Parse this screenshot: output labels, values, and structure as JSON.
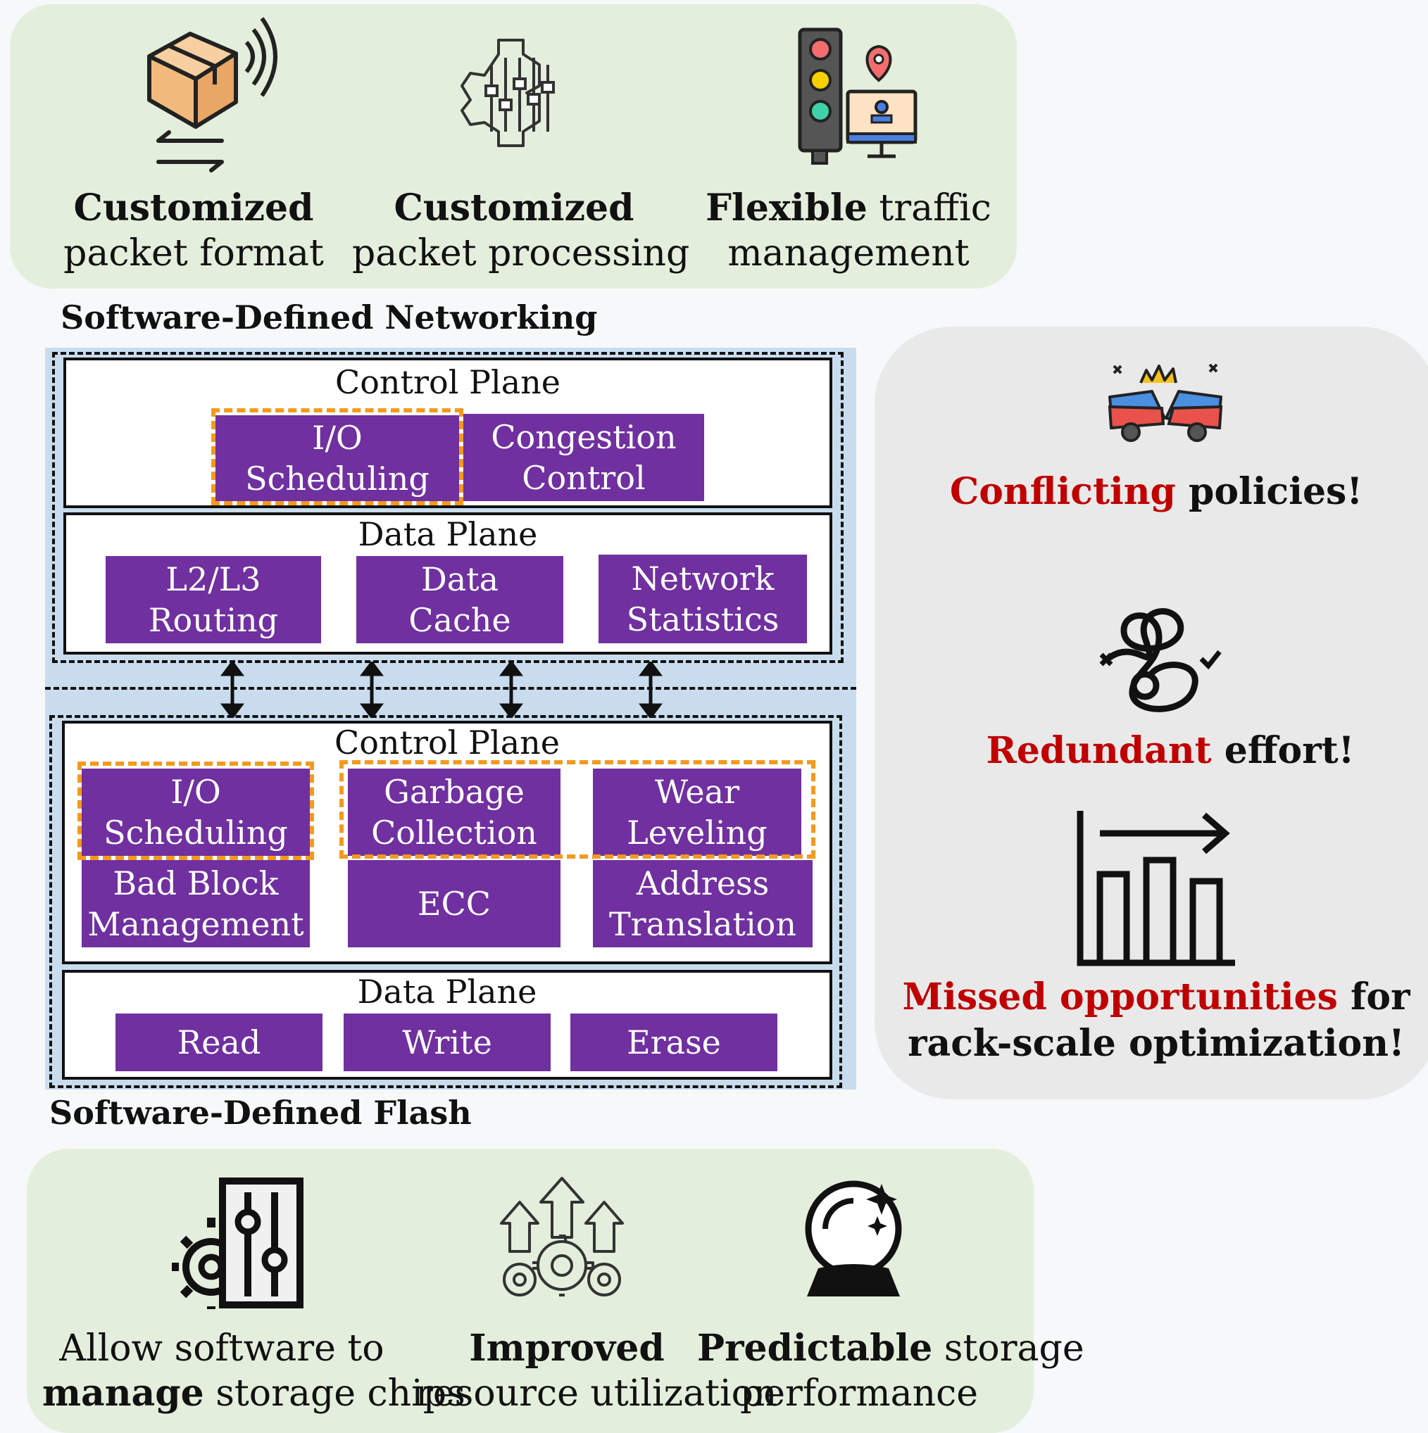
{
  "top_features": [
    {
      "bold": "Customized",
      "line2": "packet format",
      "icon": "package-wireless-icon"
    },
    {
      "bold": "Customized",
      "line2": "packet processing",
      "icon": "gear-sliders-icon"
    },
    {
      "bold": "Flexible",
      "rest": " traffic",
      "line2": "management",
      "icon": "traffic-light-icon"
    }
  ],
  "sdn_title": "Software-Defined Networking",
  "sdf_title": "Software-Defined Flash",
  "sdn": {
    "control_plane": {
      "title": "Control Plane",
      "boxes": [
        "I/O\nScheduling",
        "Congestion\nControl"
      ]
    },
    "data_plane": {
      "title": "Data Plane",
      "boxes": [
        "L2/L3\nRouting",
        "Data\nCache",
        "Network\nStatistics"
      ]
    }
  },
  "sdf": {
    "control_plane": {
      "title": "Control Plane",
      "row1": [
        "I/O\nScheduling",
        "Garbage\nCollection",
        "Wear\nLeveling"
      ],
      "row2": [
        "Bad Block\nManagement",
        "ECC",
        "Address\nTranslation"
      ]
    },
    "data_plane": {
      "title": "Data Plane",
      "boxes": [
        "Read",
        "Write",
        "Erase"
      ]
    }
  },
  "problems": [
    {
      "red": "Conflicting",
      "rest": " policies!",
      "icon": "car-crash-icon"
    },
    {
      "red": "Redundant",
      "rest": " effort!",
      "icon": "tangled-path-icon"
    },
    {
      "red": "Missed opportunities",
      "rest": " for",
      "line2": "rack-scale optimization!",
      "icon": "bar-chart-arrow-icon"
    }
  ],
  "bottom_features": [
    {
      "line1": "Allow software to",
      "bold": "manage",
      "rest": " storage chips",
      "icon": "gear-sliders-panel-icon"
    },
    {
      "bold": "Improved",
      "line2": "resource utilization",
      "icon": "gears-arrows-up-icon"
    },
    {
      "bold": "Predictable",
      "rest": " storage",
      "line2": "performance",
      "icon": "crystal-ball-icon"
    }
  ],
  "colors": {
    "purple": "#7030a0",
    "orange_dash": "#f39a1e",
    "red_text": "#c00000",
    "green_panel": "#e4eedc",
    "blue_panel": "#c9dcee"
  }
}
